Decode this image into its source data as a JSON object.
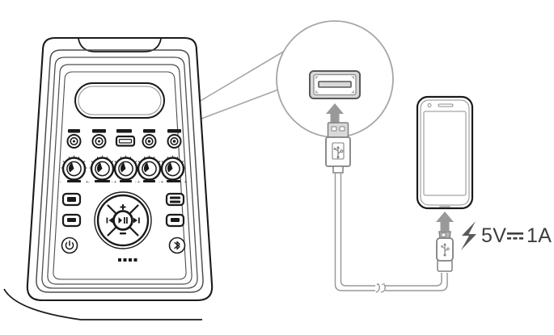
{
  "diagram": {
    "title": "Speaker USB charging connection diagram",
    "description": "Portable party speaker with USB charging port magnified in a callout circle, connected by a USB-A to micro-USB cable to a smartphone",
    "power_rating": {
      "voltage": "5V",
      "dc_symbol": "⏚",
      "current": "1A",
      "full_label": "5V 1A",
      "bolt_icon": "lightning-bolt-icon"
    },
    "colors": {
      "outline_dark": "#1a1a1a",
      "outline_mid": "#4d4d4d",
      "outline_gray": "#808080",
      "fill_light": "#d9d9d9",
      "fill_white": "#ffffff",
      "text": "#3d3d3d",
      "callout_line": "#999999"
    }
  },
  "speaker": {
    "name": "portable-party-speaker",
    "top_ports": [
      {
        "name": "mic-jack-1",
        "type": "jack"
      },
      {
        "name": "guitar-jack",
        "type": "jack"
      },
      {
        "name": "usb-charging-port",
        "type": "usb"
      },
      {
        "name": "aux-jack",
        "type": "jack"
      },
      {
        "name": "mic-jack-2",
        "type": "jack"
      }
    ],
    "knobs": [
      {
        "name": "knob-1",
        "minus": "-",
        "plus": "+"
      },
      {
        "name": "knob-2",
        "minus": "-",
        "plus": "+"
      },
      {
        "name": "knob-3",
        "minus": "-",
        "plus": "+"
      },
      {
        "name": "knob-4",
        "minus": "-",
        "plus": "+"
      },
      {
        "name": "knob-5",
        "minus": "-",
        "plus": "+"
      }
    ],
    "left_buttons": [
      {
        "name": "left-button-top"
      },
      {
        "name": "left-button-bottom"
      }
    ],
    "right_buttons": [
      {
        "name": "right-button-top"
      },
      {
        "name": "right-button-bottom"
      }
    ],
    "dpad": {
      "name": "navigation-dpad",
      "up_label": "+",
      "down_label": "−",
      "prev_icon": "⏮",
      "next_icon": "⏭",
      "play_pause_icon": "⏯"
    },
    "power_button": {
      "name": "power-button",
      "icon": "⏻"
    },
    "bluetooth_button": {
      "name": "bluetooth-button",
      "icon": "᛭"
    },
    "led_indicators": {
      "name": "led-indicator-dots",
      "count": 4
    }
  },
  "callout": {
    "name": "magnifier-callout",
    "target": "usb-charging-port",
    "contents": "USB-A port with insertion arrow",
    "arrow_direction": "up"
  },
  "cable": {
    "name": "usb-charging-cable",
    "usb_a_plug": {
      "name": "usb-a-plug",
      "logo": "usb-trident-icon"
    },
    "micro_usb_plug": {
      "name": "micro-usb-plug",
      "logo": "usb-trident-icon"
    },
    "break_mark": {
      "name": "cable-break-mark"
    }
  },
  "phone": {
    "name": "smartphone",
    "earpiece": "earpiece-speaker",
    "camera": "front-camera",
    "screen": "phone-screen",
    "charging_port": "phone-micro-usb-port",
    "insert_arrow_direction": "up"
  }
}
